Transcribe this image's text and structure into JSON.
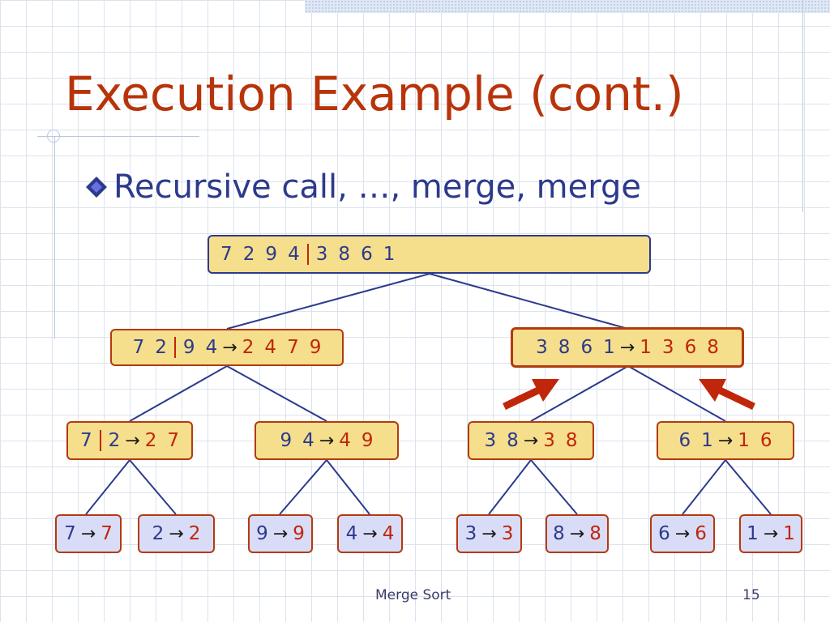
{
  "slide": {
    "title": "Execution Example (cont.)",
    "bullet": "Recursive call, …, merge, merge",
    "footer": "Merge Sort",
    "page_number": "15",
    "colors": {
      "title": "#b8340a",
      "text": "#2c3a8c",
      "result": "#c0260a",
      "node_fill": "#f5de8c",
      "leaf_fill": "#d9dcf7",
      "border": "#b33a10"
    }
  },
  "tree": {
    "arrow": "→",
    "root": {
      "left": "7 2 9 4",
      "right": "3 8 6 1"
    },
    "level1": [
      {
        "left": "7 2",
        "right": "9 4",
        "result": "2 4 7 9",
        "divided": true,
        "highlight": false
      },
      {
        "label": "3 8 6 1",
        "result": "1 3 6 8",
        "divided": false,
        "highlight": true
      }
    ],
    "level2": [
      {
        "left": "7",
        "right": "2",
        "result": "2 7",
        "divided": true
      },
      {
        "label": "9 4",
        "result": "4 9",
        "divided": false
      },
      {
        "label": "3 8",
        "result": "3 8",
        "divided": false
      },
      {
        "label": "6 1",
        "result": "1 6",
        "divided": false
      }
    ],
    "leaves": [
      {
        "label": "7",
        "result": "7"
      },
      {
        "label": "2",
        "result": "2"
      },
      {
        "label": "9",
        "result": "9"
      },
      {
        "label": "4",
        "result": "4"
      },
      {
        "label": "3",
        "result": "3"
      },
      {
        "label": "8",
        "result": "8"
      },
      {
        "label": "6",
        "result": "6"
      },
      {
        "label": "1",
        "result": "1"
      }
    ]
  }
}
